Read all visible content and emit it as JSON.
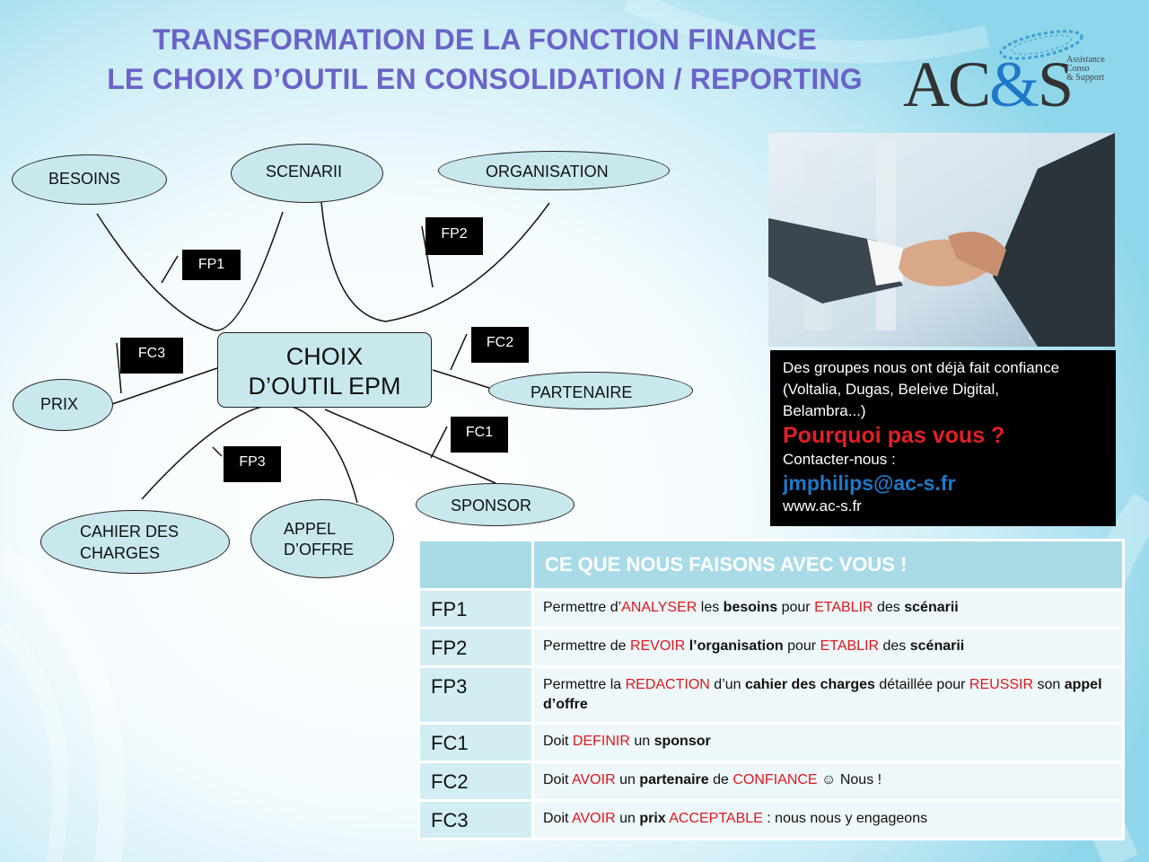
{
  "title": {
    "line1": "TRANSFORMATION DE LA FONCTION FINANCE",
    "line2": "LE CHOIX D’OUTIL EN CONSOLIDATION / REPORTING"
  },
  "logo": {
    "main_a": "AC",
    "main_amp": "&",
    "main_s": "S",
    "sub1": "Assistance",
    "sub2": "Conso",
    "sub3": "& Support"
  },
  "diagram": {
    "center": {
      "line1": "CHOIX",
      "line2": "D’OUTIL EPM"
    },
    "nodes": {
      "besoins": "BESOINS",
      "scenarii": "SCENARII",
      "organisation": "ORGANISATION",
      "prix": "PRIX",
      "partenaire": "PARTENAIRE",
      "sponsor": "SPONSOR",
      "cahier_line1": "CAHIER DES",
      "cahier_line2": "CHARGES",
      "appel_line1": "APPEL",
      "appel_line2": "D’OFFRE"
    },
    "tags": {
      "fp1": "FP1",
      "fp2": "FP2",
      "fp3": "FP3",
      "fc1": "FC1",
      "fc2": "FC2",
      "fc3": "FC3"
    }
  },
  "promo": {
    "line1": "Des groupes nous ont déjà fait confiance",
    "line2": "(Voltalia, Dugas, Beleive Digital,",
    "line3": "Belambra...)",
    "why": "Pourquoi pas vous ?",
    "contact": "Contacter-nous :",
    "email": "jmphilips@ac-s.fr",
    "site": "www.ac-s.fr"
  },
  "table": {
    "header": "CE QUE NOUS FAISONS AVEC VOUS !",
    "rows": [
      {
        "code": "FP1",
        "parts": [
          {
            "t": "Permettre d’",
            "s": ""
          },
          {
            "t": "ANALYSER",
            "s": "r"
          },
          {
            "t": " les ",
            "s": ""
          },
          {
            "t": "besoins",
            "s": "b"
          },
          {
            "t": " pour ",
            "s": ""
          },
          {
            "t": "ETABLIR",
            "s": "r"
          },
          {
            "t": " des ",
            "s": ""
          },
          {
            "t": "scénarii",
            "s": "b"
          }
        ]
      },
      {
        "code": "FP2",
        "parts": [
          {
            "t": "Permettre de ",
            "s": ""
          },
          {
            "t": "REVOIR",
            "s": "r"
          },
          {
            "t": " ",
            "s": ""
          },
          {
            "t": "l’organisation",
            "s": "b"
          },
          {
            "t": " pour ",
            "s": ""
          },
          {
            "t": "ETABLIR",
            "s": "r"
          },
          {
            "t": " des ",
            "s": ""
          },
          {
            "t": "scénarii",
            "s": "b"
          }
        ]
      },
      {
        "code": "FP3",
        "parts": [
          {
            "t": "Permettre la ",
            "s": ""
          },
          {
            "t": "REDACTION",
            "s": "r"
          },
          {
            "t": " d’un ",
            "s": ""
          },
          {
            "t": "cahier des charges",
            "s": "b"
          },
          {
            "t": " détaillée pour ",
            "s": ""
          },
          {
            "t": "REUSSIR",
            "s": "r"
          },
          {
            "t": " son ",
            "s": ""
          },
          {
            "t": "appel d’offre",
            "s": "b"
          }
        ]
      },
      {
        "code": "FC1",
        "parts": [
          {
            "t": "Doit ",
            "s": ""
          },
          {
            "t": "DEFINIR",
            "s": "r"
          },
          {
            "t": " un ",
            "s": ""
          },
          {
            "t": "sponsor",
            "s": "b"
          }
        ]
      },
      {
        "code": "FC2",
        "parts": [
          {
            "t": "Doit ",
            "s": ""
          },
          {
            "t": "AVOIR",
            "s": "r"
          },
          {
            "t": " un ",
            "s": ""
          },
          {
            "t": "partenaire",
            "s": "b"
          },
          {
            "t": " de ",
            "s": ""
          },
          {
            "t": "CONFIANCE",
            "s": "r"
          },
          {
            "t": " ☺ Nous !",
            "s": ""
          }
        ]
      },
      {
        "code": "FC3",
        "parts": [
          {
            "t": "Doit ",
            "s": ""
          },
          {
            "t": "AVOIR",
            "s": "r"
          },
          {
            "t": " un ",
            "s": ""
          },
          {
            "t": "prix",
            "s": "b"
          },
          {
            "t": " ",
            "s": ""
          },
          {
            "t": "ACCEPTABLE",
            "s": "r"
          },
          {
            "t": " : nous nous y engageons",
            "s": ""
          }
        ]
      }
    ]
  },
  "colors": {
    "title": "#6b63c8",
    "accent_red": "#e21f26",
    "accent_blue": "#1c79c8",
    "node_fill": "#c8e8ee"
  }
}
